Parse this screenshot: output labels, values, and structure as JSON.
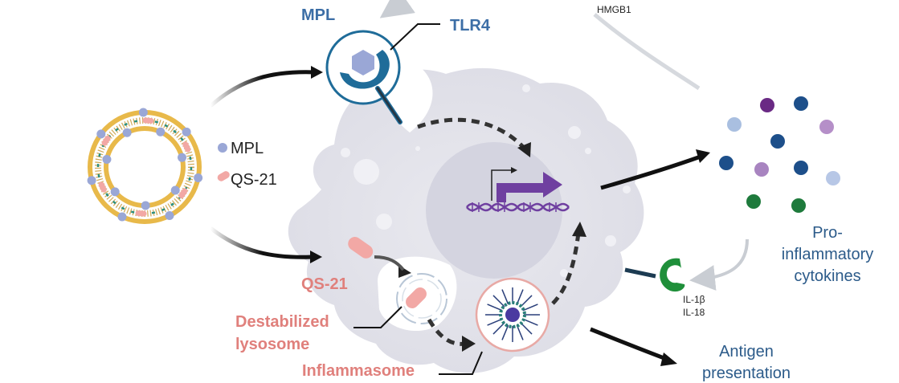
{
  "labels": {
    "mpl_top": "MPL",
    "tlr4": "TLR4",
    "hmgb1": "HMGB1",
    "legend_mpl": "MPL",
    "legend_qs21": "QS-21",
    "qs21": "QS-21",
    "destabilized_1": "Destabilized",
    "destabilized_2": "lysosome",
    "inflammasome": "Inflammasome",
    "cytokines_1": "Pro-",
    "cytokines_2": "inflammatory",
    "cytokines_3": "cytokines",
    "il1b": "IL-1β",
    "il18": "IL-18",
    "antigen_1": "Antigen",
    "antigen_2": "presentation"
  },
  "colors": {
    "mpl_text": "#3c6ea6",
    "qs21_text": "#e0807c",
    "cytokine_text": "#2c5b8a",
    "cell_body": "#e3e3ea",
    "nucleus": "#d3d3df",
    "receptor": "#1f6c99",
    "dna": "#6f3fa0",
    "liposome_gold": "#e8b94a",
    "mpl_particle": "#9aa7d6",
    "qs21_particle": "#f2a8a5"
  },
  "icons": {
    "receptor": "tlr4-receptor-icon",
    "liposome": "liposome-icon",
    "dna": "dna-helix-icon",
    "inflammasome": "inflammasome-icon",
    "cytokine_receptor": "cytokine-receptor-icon"
  }
}
